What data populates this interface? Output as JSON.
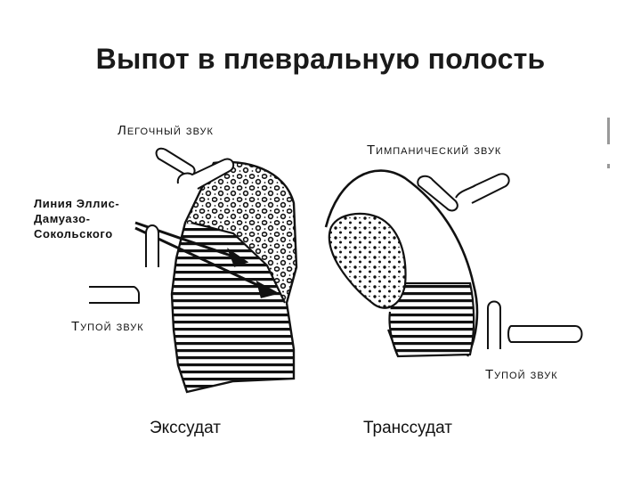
{
  "title": "Выпот в плевральную полость",
  "labels": {
    "pulmonary_sound": "Легочный звук",
    "tympanic_sound": "Тимпанический звук",
    "dull_sound_left": "Тупой звук",
    "dull_sound_right": "Тупой звук",
    "ellis_line": "Линия Эллис- Дамуазо- Сокольского"
  },
  "captions": {
    "left": "Экссудат",
    "right": "Транссудат"
  }
}
